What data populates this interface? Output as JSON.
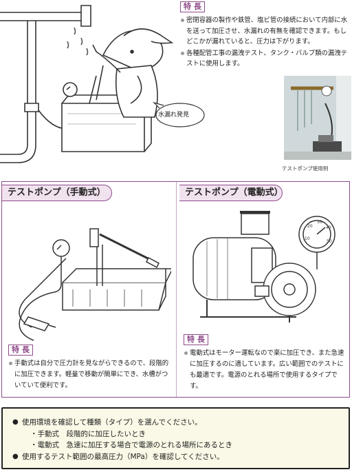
{
  "top": {
    "tag": "特 長",
    "features": [
      "密閉容器の製作や鉄管、塩ビ管の接続において内部に水を送って加圧させ、水漏れの有無を確認できます。もしどこかが漏れていると、圧力は下がります。",
      "各種配管工事の漏洩テスト、タンク・バルブ類の漏洩テストに使用します。"
    ],
    "speech": "水漏れ発見",
    "photo_caption": "テストポンプ使用例"
  },
  "manual": {
    "title": "テストポンプ（手動式）",
    "tag": "特 長",
    "text": "手動式は自分で圧力計を見ながらできるので、段階的に加圧できます。軽量で移動が簡単にでき、水槽がついていて便利です。"
  },
  "electric": {
    "title": "テストポンプ（電動式）",
    "tag": "特 長",
    "text": "電動式はモーター運転なので楽に加圧でき、また急速に加圧するのに適しています。広い範囲でのテストにも最適です。電源のとれる場所で使用するタイプです。",
    "gauge_labels": [
      "10",
      "20",
      "30",
      "40",
      "50"
    ]
  },
  "notes": {
    "line1": "使用環境を確認して種類（タイプ）を選んでください。",
    "sub1": "・手動式　段階的に加圧したいとき",
    "sub2": "・電動式　急速に加圧する場合で電源のとれる場所にあるとき",
    "line2": "使用するテスト範囲の最高圧力（MPa）を確認してください。"
  },
  "colors": {
    "accent": "#8e4a8a",
    "header_bg": "#f1e2ef",
    "notes_bg": "#faf8e6"
  }
}
